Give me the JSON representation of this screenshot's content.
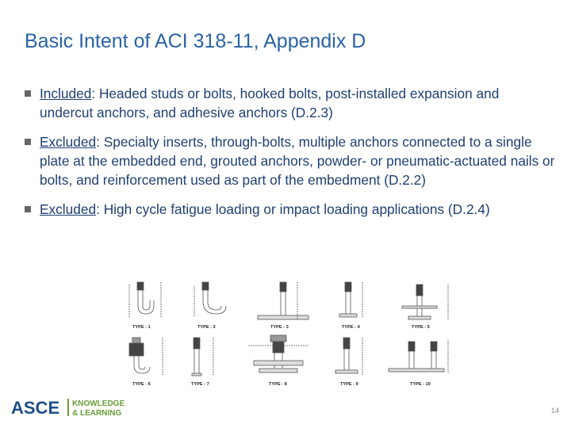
{
  "slide": {
    "title": "Basic Intent of ACI 318-11, Appendix D",
    "bullets": [
      {
        "keyword": "Included",
        "text": ":  Headed studs or bolts, hooked bolts, post-installed expansion and undercut anchors, and adhesive anchors (D.2.3)"
      },
      {
        "keyword": "Excluded",
        "text": ":  Specialty inserts, through-bolts, multiple anchors connected to a single plate at the embedded end, grouted anchors, powder- or pneumatic-actuated nails or bolts, and reinforcement used as part of the embedment (D.2.2)"
      },
      {
        "keyword": "Excluded",
        "text": ":  High cycle fatigue loading or impact loading applications (D.2.4)"
      }
    ],
    "figure_labels": [
      "TYPE - 1",
      "TYPE - 2",
      "TYPE - 3",
      "TYPE - 4",
      "TYPE - 5",
      "TYPE - 6",
      "TYPE - 7",
      "TYPE - 8",
      "TYPE - 9",
      "TYPE - 10"
    ],
    "page_number": "14"
  },
  "logo": {
    "brand": "ASCE",
    "line1": "KNOWLEDGE",
    "line2": "& LEARNING",
    "colors": {
      "blue": "#1f4e8c",
      "green": "#6a9e3a"
    }
  },
  "colors": {
    "title": "#2a63a6",
    "body": "#1f3f72",
    "bullet_mark": "#666666"
  }
}
